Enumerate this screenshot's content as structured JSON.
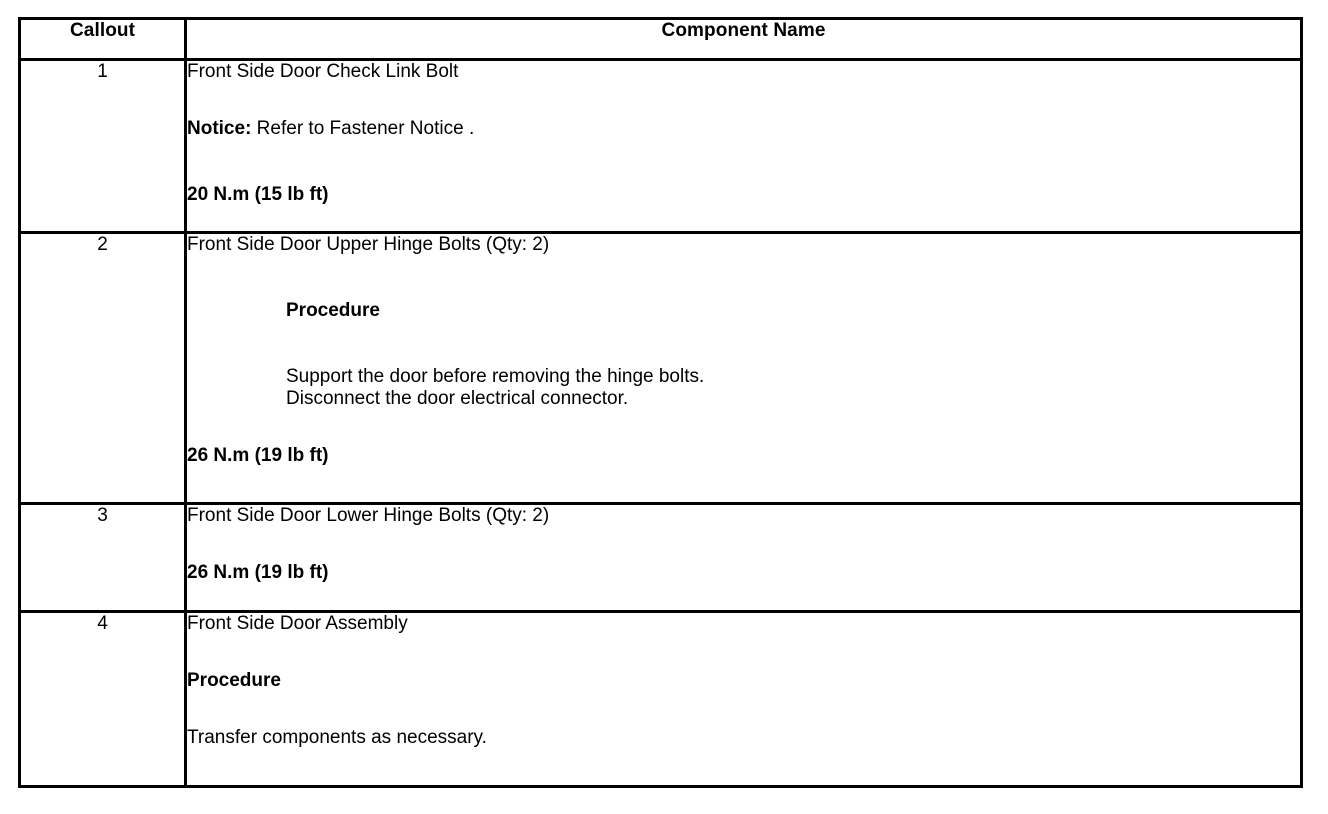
{
  "table": {
    "headers": {
      "callout": "Callout",
      "component_name": "Component Name"
    },
    "rows": [
      {
        "callout": "1",
        "title": "Front Side Door Check Link Bolt",
        "notice_label": "Notice:",
        "notice_text": " Refer to Fastener Notice .",
        "torque": "20 N.m (15 lb ft)"
      },
      {
        "callout": "2",
        "title": "Front Side Door Upper Hinge Bolts (Qty: 2)",
        "procedure_heading": "Procedure",
        "step_1": "Support the door before removing the hinge bolts.",
        "step_2": "Disconnect the door electrical connector.",
        "torque": "26 N.m (19 lb ft)"
      },
      {
        "callout": "3",
        "title": "Front Side Door Lower Hinge Bolts (Qty: 2)",
        "torque": "26 N.m (19 lb ft)"
      },
      {
        "callout": "4",
        "title": "Front Side Door Assembly",
        "procedure_heading": "Procedure",
        "step_1": "Transfer components as necessary."
      }
    ]
  }
}
